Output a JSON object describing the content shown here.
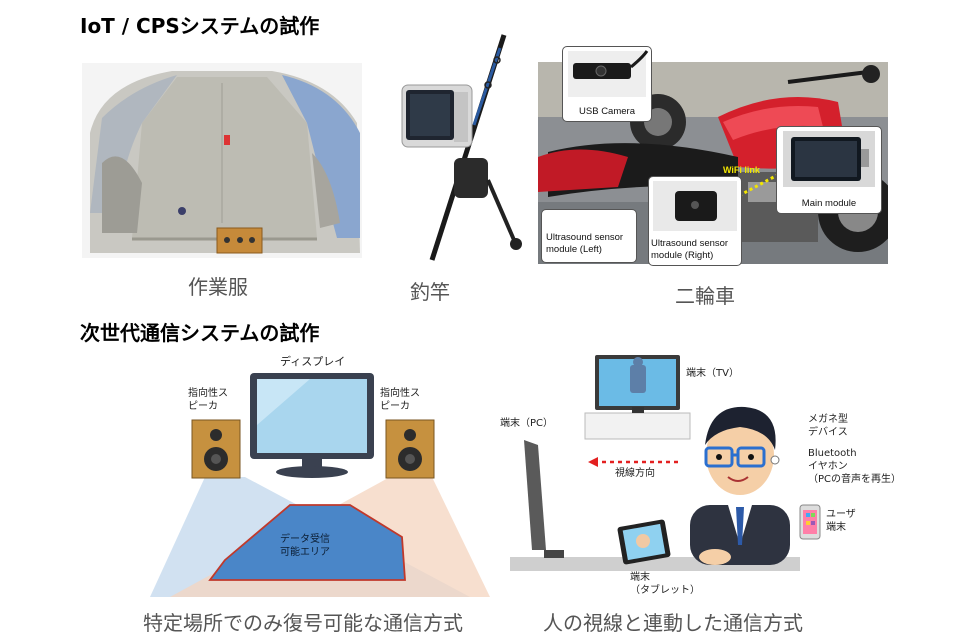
{
  "sections": {
    "iot_title": "IoT / CPSシステムの試作",
    "next_gen_title": "次世代通信システムの試作"
  },
  "captions": {
    "workwear": "作業服",
    "fishing_rod": "釣竿",
    "motorcycle": "二輪車",
    "directional_comm": "特定場所でのみ復号可能な通信方式",
    "gaze_comm": "人の視線と連動した通信方式"
  },
  "motorcycle_labels": {
    "usb_camera": "USB Camera",
    "main_module": "Main module",
    "wifi_link": "WiFi link",
    "us_left_1": "Ultrasound sensor",
    "us_left_2": "module (Left)",
    "us_right_1": "Ultrasound sensor",
    "us_right_2": "module (Right)"
  },
  "speaker_diagram": {
    "display": "ディスプレイ",
    "speaker_left_1": "指向性ス",
    "speaker_left_2": "ピーカ",
    "speaker_right_1": "指向性ス",
    "speaker_right_2": "ピーカ",
    "area_1": "データ受信",
    "area_2": "可能エリア"
  },
  "gaze_diagram": {
    "tv": "端末（TV）",
    "pc": "端末（PC）",
    "gaze_dir": "視線方向",
    "glasses_1": "メガネ型",
    "glasses_2": "デバイス",
    "bt_1": "Bluetooth",
    "bt_2": "イヤホン",
    "bt_3": "（PCの音声を再生）",
    "user_1": "ユーザ",
    "user_2": "端末",
    "tablet_1": "端末",
    "tablet_2": "（タブレット）"
  },
  "colors": {
    "area_blue": "#4a86c8",
    "area_border": "#c0392b",
    "wifi_yellow": "#f2e600",
    "bike_red": "#d4202c"
  }
}
